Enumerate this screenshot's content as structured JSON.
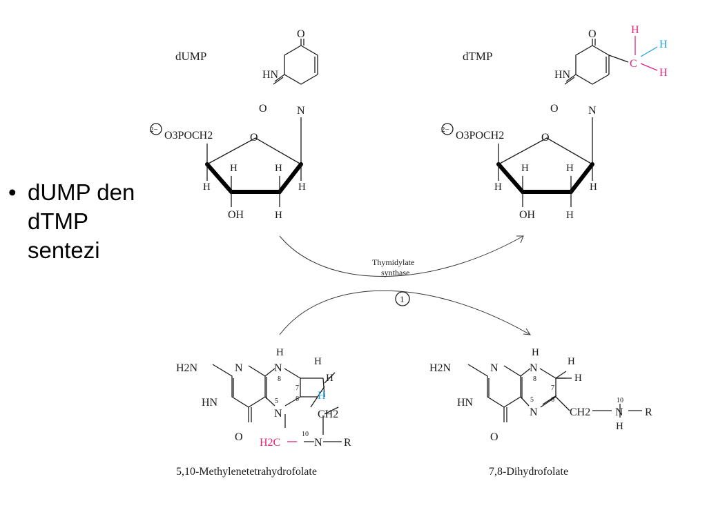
{
  "bullet": {
    "symbol": "•",
    "lines": [
      "dUMP den",
      "dTMP",
      "sentezi"
    ]
  },
  "diagram": {
    "dump": {
      "name": "dUMP",
      "phosphate": "O3POCH2",
      "charge": "2−",
      "ring_atoms": {
        "O4": "O",
        "NH": "HN",
        "O2": "O",
        "N1": "N",
        "sugar_O": "O"
      },
      "sugar_h": {
        "h1": "H",
        "h2": "H",
        "h3": "H",
        "h4": "H",
        "h5": "H"
      },
      "oh": "OH"
    },
    "dtmp": {
      "name": "dTMP",
      "phosphate": "O3POCH2",
      "charge": "2−",
      "ring_atoms": {
        "O4": "O",
        "NH": "HN",
        "O2": "O",
        "N1": "N",
        "sugar_O": "O"
      },
      "methyl": {
        "C": "C",
        "H_top": "H",
        "H_right": "H",
        "H_bottom": "H"
      },
      "sugar_h": {
        "h1": "H",
        "h2": "H",
        "h3": "H",
        "h4": "H",
        "h5": "H"
      },
      "oh": "OH"
    },
    "enzyme": {
      "line1": "Thymidylate",
      "line2": "synthase",
      "step": "1"
    },
    "methylene_thf": {
      "name": "5,10-Methylenetetrahydrofolate",
      "h2n": "H2N",
      "hn": "HN",
      "o": "O",
      "n_top": "N",
      "n8": "N",
      "h8": "H",
      "n5": "N",
      "h7a": "H",
      "h7b": "H",
      "h6": "H",
      "ch2": "CH2",
      "h2c": "H2C",
      "n10": "N",
      "r": "R",
      "num5": "5",
      "num6": "6",
      "num7": "7",
      "num8": "8",
      "num10": "10"
    },
    "dihydrofolate": {
      "name": "7,8-Dihydrofolate",
      "h2n": "H2N",
      "hn": "HN",
      "o": "O",
      "n_top": "N",
      "n8": "N",
      "h8": "H",
      "n5": "N",
      "h7a": "H",
      "h7b": "H",
      "ch2": "CH2",
      "n10": "N",
      "h10": "H",
      "r": "R",
      "num5": "5",
      "num6": "6",
      "num7": "7",
      "num8": "8",
      "num10": "10"
    }
  }
}
